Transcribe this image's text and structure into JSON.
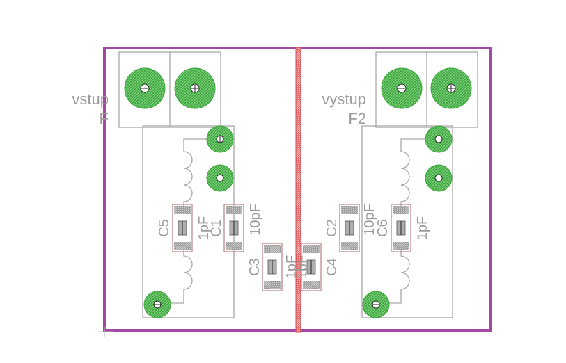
{
  "canvas": {
    "background": "#ffffff"
  },
  "colors": {
    "outline": "#a349a4",
    "cut_line": "#d94a54",
    "pad": "#3aa83a",
    "silk": "#a8a8a8",
    "text": "#9c9c9c",
    "smd_body": "#c79a9a"
  },
  "labels": {
    "vstup_name": "vstup",
    "vstup_value": "F",
    "vystup_name": "vystup",
    "vystup_value": "F2",
    "c1_name": "C1",
    "c1_value": "10pF",
    "c2_name": "C2",
    "c2_value": "10pF",
    "c3_name": "C3",
    "c3_value": "1pF",
    "c4_name": "C4",
    "c4_value": "1pF",
    "c5_name": "C5",
    "c5_value": "1pF",
    "c6_name": "C6",
    "c6_value": "1pF"
  }
}
